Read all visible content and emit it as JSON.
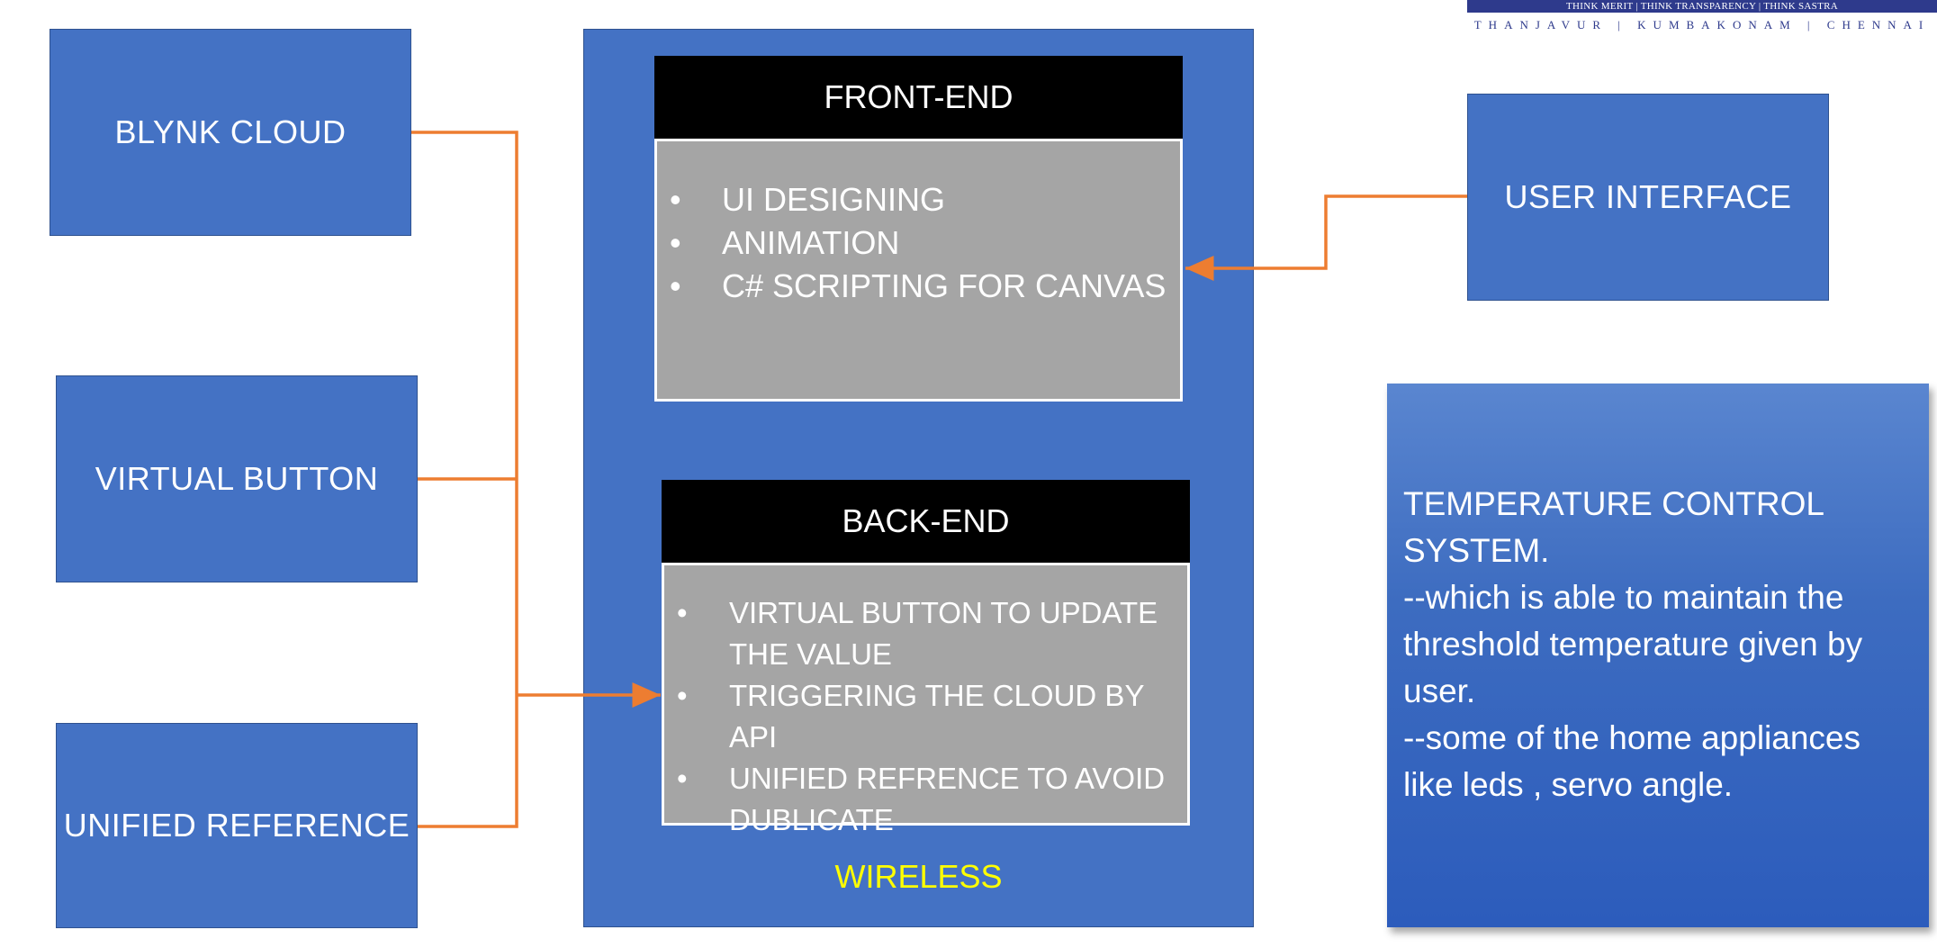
{
  "colors": {
    "box_fill": "#4472c4",
    "panel_header": "#000000",
    "panel_body": "#a5a5a5",
    "connector": "#ed7d31",
    "wireless_label": "#ffff00",
    "logo_blue": "#2e3a8c"
  },
  "left_boxes": {
    "blynk_cloud": "BLYNK CLOUD",
    "virtual_button": "VIRTUAL BUTTON",
    "unified_reference": "UNIFIED REFERENCE"
  },
  "front_end": {
    "title": "FRONT-END",
    "items": [
      "UI DESIGNING",
      "ANIMATION",
      "C# SCRIPTING FOR CANVAS"
    ]
  },
  "back_end": {
    "title": "BACK-END",
    "items": [
      "VIRTUAL BUTTON TO UPDATE THE VALUE",
      "TRIGGERING THE CLOUD BY API",
      "UNIFIED REFRENCE TO AVOID DUBLICATE"
    ]
  },
  "container_label": "WIRELESS",
  "user_interface": "USER INTERFACE",
  "description": "TEMPERATURE CONTROL SYSTEM.\n--which is able to maintain the threshold temperature given by user.\n--some of the home appliances like leds , servo angle.",
  "logo": {
    "tagline": "THINK MERIT | THINK TRANSPARENCY | THINK SASTRA",
    "cities": "THANJAVUR | KUMBAKONAM | CHENNAI"
  }
}
